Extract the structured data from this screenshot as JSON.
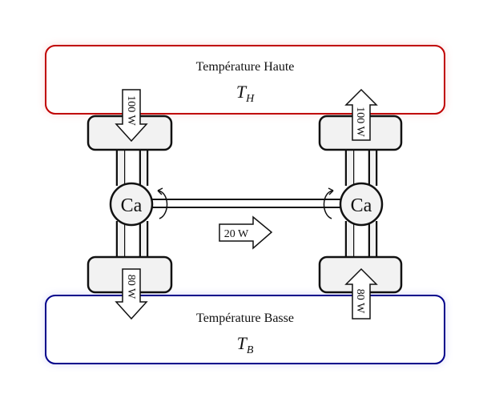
{
  "hot_reservoir": {
    "title": "Température Haute",
    "symbol": "T",
    "subscript": "H",
    "border_color": "#c00000",
    "glow_color": "#f4b8b8"
  },
  "cold_reservoir": {
    "title": "Température Basse",
    "symbol": "T",
    "subscript": "B",
    "border_color": "#00008b",
    "glow_color": "#b8b8f0"
  },
  "left_machine": {
    "label": "Ca",
    "heat_in": "100 W",
    "heat_out": "80 W"
  },
  "right_machine": {
    "label": "Ca",
    "heat_out_top": "100 W",
    "heat_in_bottom": "80 W"
  },
  "work_transfer": {
    "label": "20 W"
  },
  "colors": {
    "block_fill": "#f2f2f2",
    "stroke": "#111111"
  }
}
